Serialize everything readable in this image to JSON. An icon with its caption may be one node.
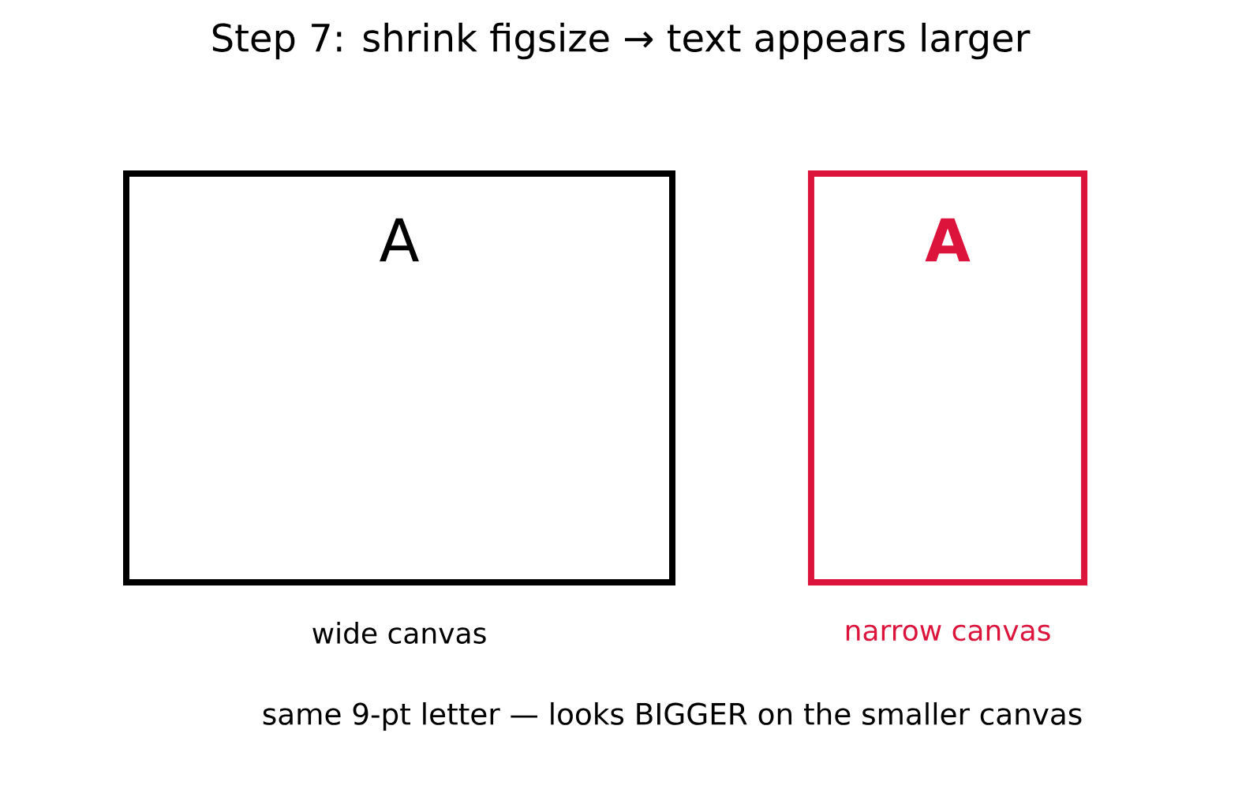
{
  "diagram": {
    "title": "Step 7: shrink figsize → text appears larger",
    "nodes": [
      {
        "text": [
          "A"
        ],
        "beside": [
          "wide canvas"
        ]
      },
      {
        "text": [
          "A"
        ],
        "beside": [
          "narrow canvas"
        ]
      }
    ],
    "caption": "same 9-pt letter — looks BIGGER on the smaller canvas"
  }
}
